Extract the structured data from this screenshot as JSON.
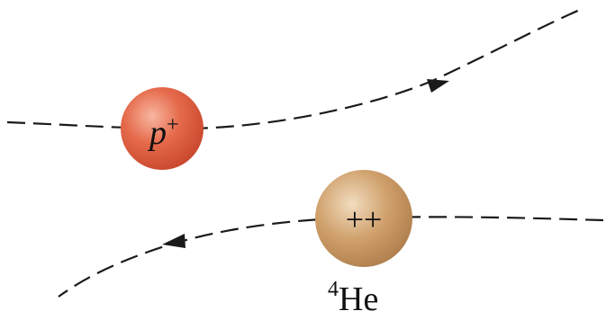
{
  "particles": {
    "proton": {
      "label_base": "p",
      "label_sup": "+",
      "color": "#e0583b"
    },
    "helium": {
      "charge_label": "++",
      "isotope_mass": "4",
      "isotope_symbol": "He",
      "color": "#c99a63"
    }
  },
  "path_style": {
    "color": "#1a1a1a",
    "dashed": true
  }
}
